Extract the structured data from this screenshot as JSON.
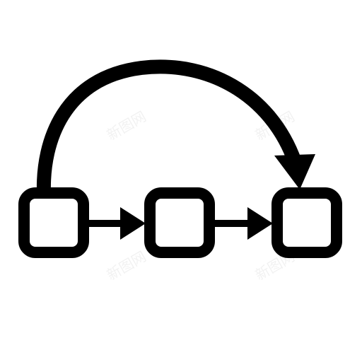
{
  "diagram": {
    "description_icon": "sequential-flow-loop-icon",
    "stroke_color": "#000000",
    "fill_color": "#ffffff",
    "nodes": [
      {
        "id": "step-1"
      },
      {
        "id": "step-2"
      },
      {
        "id": "step-3"
      }
    ],
    "edges": [
      {
        "from": "step-1",
        "to": "step-2",
        "kind": "straight-arrow"
      },
      {
        "from": "step-2",
        "to": "step-3",
        "kind": "straight-arrow"
      },
      {
        "from": "step-1",
        "to": "step-3",
        "kind": "curved-arrow"
      }
    ]
  },
  "watermark": {
    "text": "新图网"
  }
}
